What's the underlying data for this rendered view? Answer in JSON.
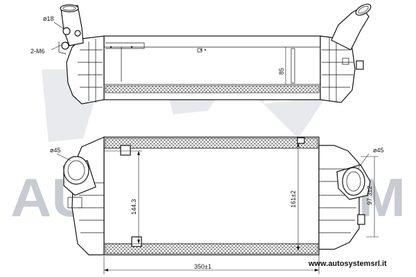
{
  "watermark": {
    "text": "AUTOSYSTEM"
  },
  "footer": {
    "url": "www.autosystemsrl.it"
  },
  "top_view": {
    "callouts": {
      "hole_diameter": "ø18",
      "bolts": "2-M6"
    },
    "height_label": "85"
  },
  "front_view": {
    "left_pipe_label": "ø45",
    "right_pipe_label": "ø45",
    "inner_height": "144.3",
    "overall_height": "161±2",
    "outlet_offset": "97.3±2",
    "overall_width": "350±1"
  },
  "colors": {
    "ink": "#111111",
    "watermark": "#c9cbd2",
    "background": "#ffffff"
  }
}
